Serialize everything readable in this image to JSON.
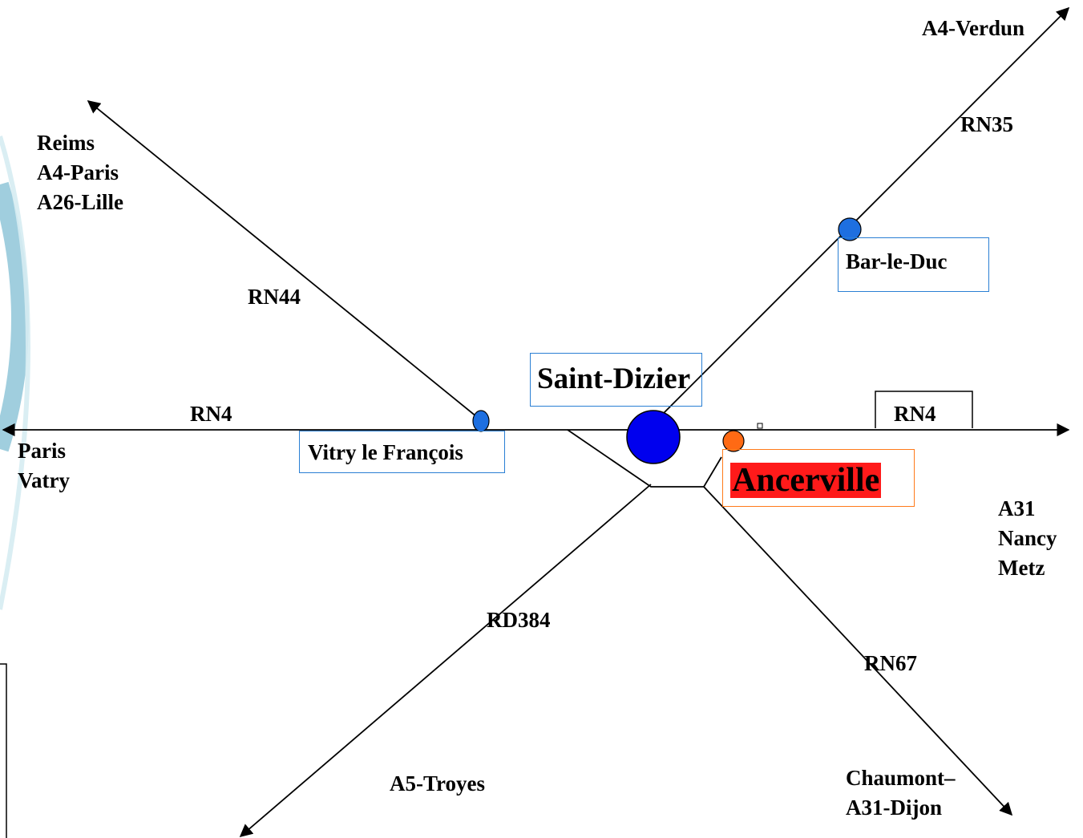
{
  "colors": {
    "road": "#000000",
    "city_major": "#0000ee",
    "city_minor": "#1e6fe0",
    "highlight_city": "#ff6a14",
    "highlight_bg": "#ff1a1a",
    "box_border": "#2a7fd4",
    "highlight_border": "#ff7a1a",
    "decor_ring": "#8fc6d8"
  },
  "destinations": {
    "a4_verdun": "A4-Verdun",
    "reims_lines": [
      "Reims",
      "A4-Paris",
      "A26-Lille"
    ],
    "paris_lines": [
      "Paris",
      "Vatry"
    ],
    "a31_lines": [
      "A31",
      "Nancy",
      "Metz"
    ],
    "a5_troyes": "A5-Troyes",
    "chaumont_lines": [
      "Chaumont–",
      "A31-Dijon"
    ]
  },
  "roads": {
    "rn35": "RN35",
    "rn44": "RN44",
    "rn4_west": "RN4",
    "rn4_east": "RN4",
    "rd384": "RD384",
    "rn67": "RN67"
  },
  "cities": {
    "bar_le_duc": "Bar-le-Duc",
    "saint_dizier": "Saint-Dizier",
    "vitry": "Vitry le François",
    "ancerville": "Ancerville"
  }
}
